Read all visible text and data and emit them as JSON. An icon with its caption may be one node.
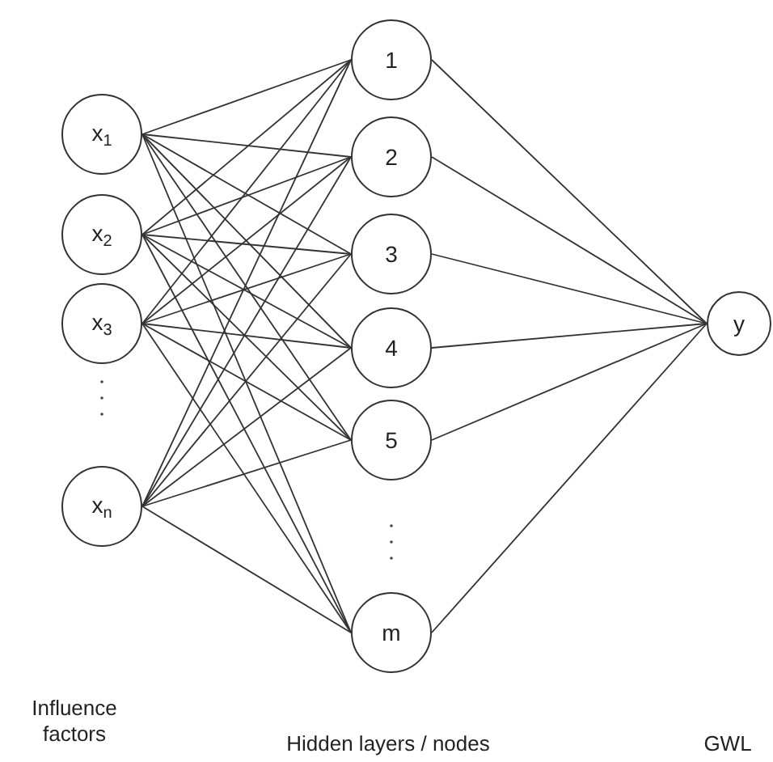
{
  "diagram": {
    "nodes": [
      {
        "text": [
          "x$_{1}$"
        ]
      },
      {
        "text": [
          "x$_{2}$"
        ]
      },
      {
        "text": [
          "x$_{3}$"
        ]
      },
      {
        "text": [
          "x$_{n}$"
        ]
      },
      {
        "text": [
          "1"
        ]
      },
      {
        "text": [
          "2"
        ]
      },
      {
        "text": [
          "3"
        ]
      },
      {
        "text": [
          "4"
        ]
      },
      {
        "text": [
          "5"
        ]
      },
      {
        "text": [
          "m"
        ]
      },
      {
        "text": [
          "y"
        ]
      }
    ],
    "edges": [
      {
        "from": 0,
        "to": 4,
        "arrow": "none"
      },
      {
        "from": 0,
        "to": 5,
        "arrow": "none"
      },
      {
        "from": 0,
        "to": 6,
        "arrow": "none"
      },
      {
        "from": 0,
        "to": 7,
        "arrow": "none"
      },
      {
        "from": 0,
        "to": 8,
        "arrow": "none"
      },
      {
        "from": 0,
        "to": 9,
        "arrow": "none"
      },
      {
        "from": 1,
        "to": 4,
        "arrow": "none"
      },
      {
        "from": 1,
        "to": 5,
        "arrow": "none"
      },
      {
        "from": 1,
        "to": 6,
        "arrow": "none"
      },
      {
        "from": 1,
        "to": 7,
        "arrow": "none"
      },
      {
        "from": 1,
        "to": 8,
        "arrow": "none"
      },
      {
        "from": 1,
        "to": 9,
        "arrow": "none"
      },
      {
        "from": 2,
        "to": 4,
        "arrow": "none"
      },
      {
        "from": 2,
        "to": 5,
        "arrow": "none"
      },
      {
        "from": 2,
        "to": 6,
        "arrow": "none"
      },
      {
        "from": 2,
        "to": 7,
        "arrow": "none"
      },
      {
        "from": 2,
        "to": 8,
        "arrow": "none"
      },
      {
        "from": 2,
        "to": 9,
        "arrow": "none"
      },
      {
        "from": 3,
        "to": 4,
        "arrow": "none"
      },
      {
        "from": 3,
        "to": 5,
        "arrow": "none"
      },
      {
        "from": 3,
        "to": 6,
        "arrow": "none"
      },
      {
        "from": 3,
        "to": 7,
        "arrow": "none"
      },
      {
        "from": 3,
        "to": 8,
        "arrow": "none"
      },
      {
        "from": 3,
        "to": 9,
        "arrow": "none"
      },
      {
        "from": 4,
        "to": 10,
        "arrow": "none"
      },
      {
        "from": 5,
        "to": 10,
        "arrow": "none"
      },
      {
        "from": 6,
        "to": 10,
        "arrow": "none"
      },
      {
        "from": 7,
        "to": 10,
        "arrow": "none"
      },
      {
        "from": 8,
        "to": 10,
        "arrow": "none"
      },
      {
        "from": 9,
        "to": 10,
        "arrow": "none"
      }
    ],
    "labels": [
      "Influence factors",
      "Hidden layers / nodes",
      "GWL"
    ]
  }
}
